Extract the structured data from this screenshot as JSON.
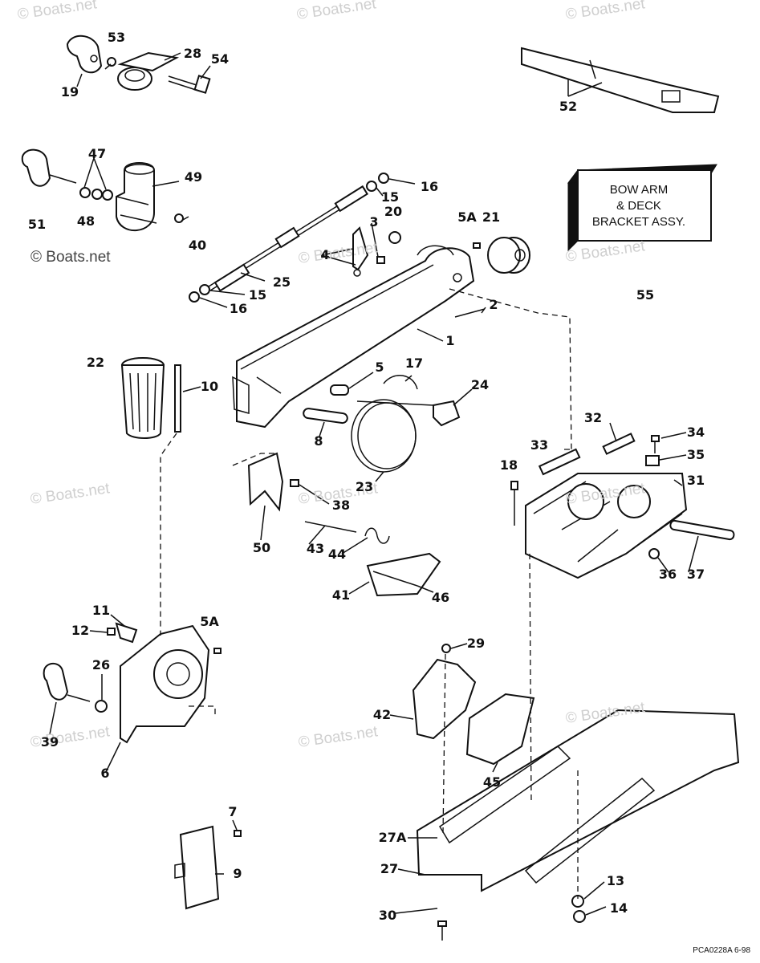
{
  "watermark": "© Boats.net",
  "kit_box": {
    "line1": "BOW ARM",
    "line2": "& DECK",
    "line3": "BRACKET ASSY."
  },
  "footer": {
    "code": "PCA0228A  6-98"
  },
  "parts": [
    {
      "id": "p53",
      "label": "53"
    },
    {
      "id": "p28",
      "label": "28"
    },
    {
      "id": "p54",
      "label": "54"
    },
    {
      "id": "p19",
      "label": "19"
    },
    {
      "id": "p52",
      "label": "52"
    },
    {
      "id": "p47",
      "label": "47"
    },
    {
      "id": "p49",
      "label": "49"
    },
    {
      "id": "p16a",
      "label": "16"
    },
    {
      "id": "p15a",
      "label": "15"
    },
    {
      "id": "p51",
      "label": "51"
    },
    {
      "id": "p48",
      "label": "48"
    },
    {
      "id": "p40",
      "label": "40"
    },
    {
      "id": "p20",
      "label": "20"
    },
    {
      "id": "p3",
      "label": "3"
    },
    {
      "id": "p5A1",
      "label": "5A"
    },
    {
      "id": "p21",
      "label": "21"
    },
    {
      "id": "p4",
      "label": "4"
    },
    {
      "id": "p25",
      "label": "25"
    },
    {
      "id": "p15b",
      "label": "15"
    },
    {
      "id": "p16b",
      "label": "16"
    },
    {
      "id": "p55",
      "label": "55"
    },
    {
      "id": "p2",
      "label": "2"
    },
    {
      "id": "p1",
      "label": "1"
    },
    {
      "id": "p22",
      "label": "22"
    },
    {
      "id": "p10",
      "label": "10"
    },
    {
      "id": "p5",
      "label": "5"
    },
    {
      "id": "p17",
      "label": "17"
    },
    {
      "id": "p24",
      "label": "24"
    },
    {
      "id": "p8",
      "label": "8"
    },
    {
      "id": "p32",
      "label": "32"
    },
    {
      "id": "p34",
      "label": "34"
    },
    {
      "id": "p33",
      "label": "33"
    },
    {
      "id": "p35",
      "label": "35"
    },
    {
      "id": "p18",
      "label": "18"
    },
    {
      "id": "p31",
      "label": "31"
    },
    {
      "id": "p23",
      "label": "23"
    },
    {
      "id": "p38",
      "label": "38"
    },
    {
      "id": "p50",
      "label": "50"
    },
    {
      "id": "p43",
      "label": "43"
    },
    {
      "id": "p44",
      "label": "44"
    },
    {
      "id": "p36",
      "label": "36"
    },
    {
      "id": "p37",
      "label": "37"
    },
    {
      "id": "p41",
      "label": "41"
    },
    {
      "id": "p46",
      "label": "46"
    },
    {
      "id": "p11",
      "label": "11"
    },
    {
      "id": "p5A2",
      "label": "5A"
    },
    {
      "id": "p12",
      "label": "12"
    },
    {
      "id": "p26",
      "label": "26"
    },
    {
      "id": "p29",
      "label": "29"
    },
    {
      "id": "p39",
      "label": "39"
    },
    {
      "id": "p42",
      "label": "42"
    },
    {
      "id": "p6",
      "label": "6"
    },
    {
      "id": "p45",
      "label": "45"
    },
    {
      "id": "p7",
      "label": "7"
    },
    {
      "id": "p27A",
      "label": "27A"
    },
    {
      "id": "p9",
      "label": "9"
    },
    {
      "id": "p27",
      "label": "27"
    },
    {
      "id": "p13",
      "label": "13"
    },
    {
      "id": "p30",
      "label": "30"
    },
    {
      "id": "p14",
      "label": "14"
    }
  ]
}
